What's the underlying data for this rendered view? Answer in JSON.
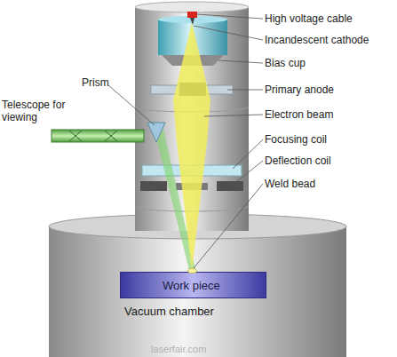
{
  "diagram": {
    "nodes": [
      {
        "text": [
          "Vacuum chamber"
        ]
      },
      {
        "text": [
          "Work piece"
        ],
        "in": 0
      }
    ],
    "labels": [
      "High voltage cable",
      "Incandescent cathode",
      "Bias cup",
      "Primary anode",
      "Electron beam",
      "Focusing coil",
      "Deflection coil",
      "Weld bead",
      "Prism",
      "Telescope for viewing",
      "laserfair.com"
    ]
  }
}
